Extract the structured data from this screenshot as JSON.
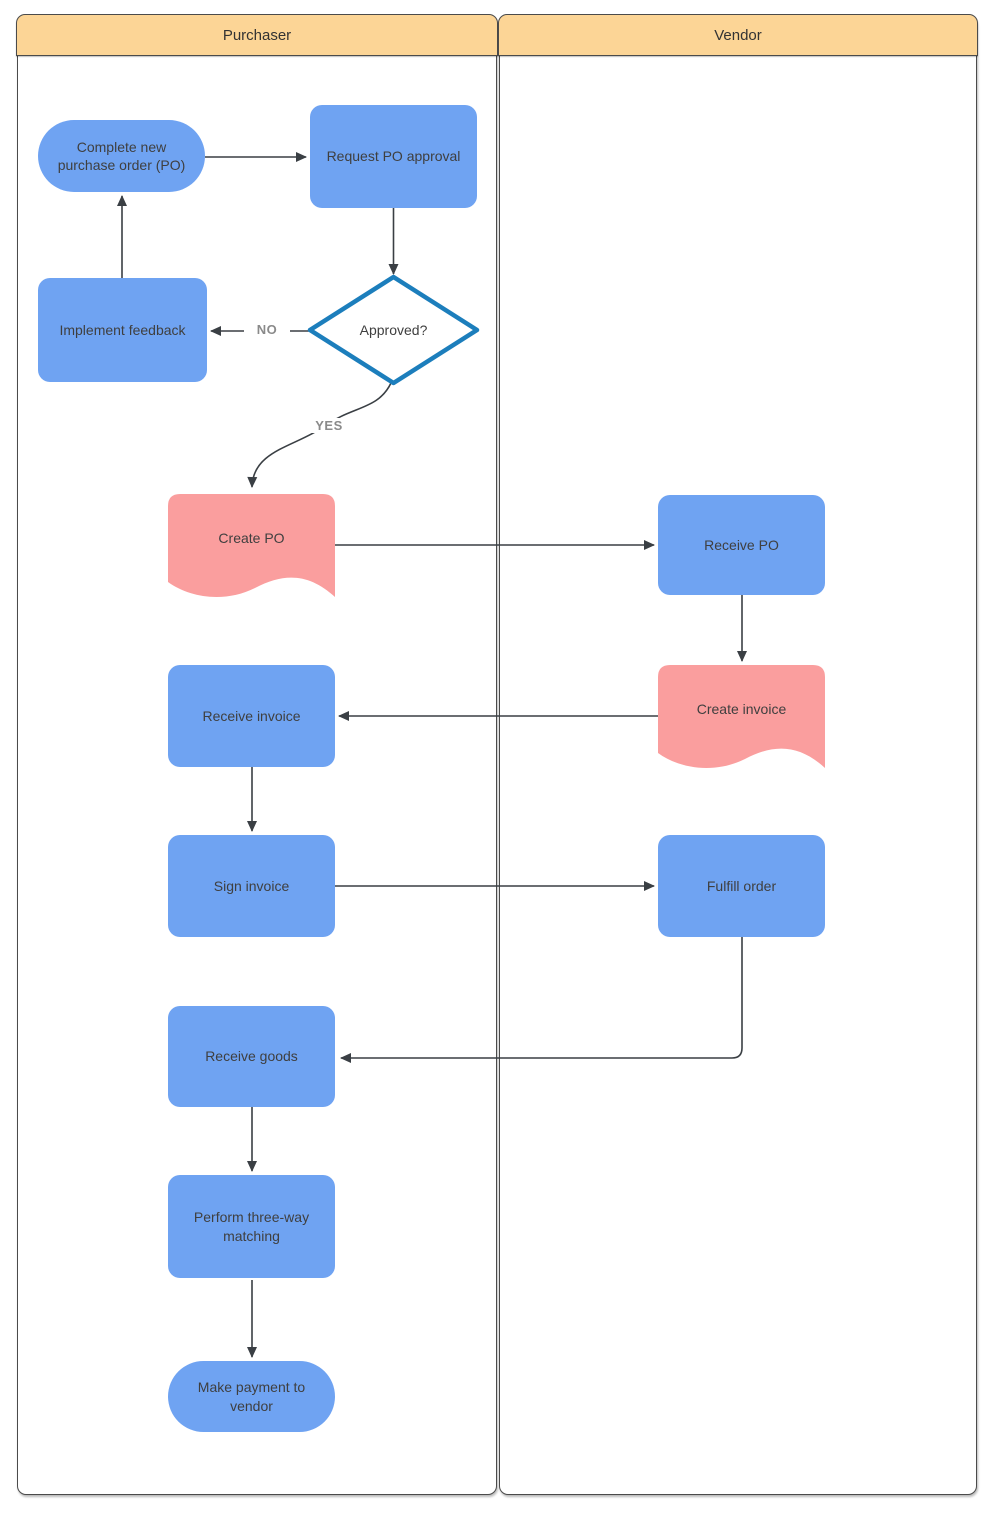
{
  "diagram": {
    "type": "swimlane-flowchart",
    "lanes": [
      {
        "title": "Purchaser"
      },
      {
        "title": "Vendor"
      }
    ],
    "nodes": {
      "complete_new_po": {
        "label": "Complete new purchase order (PO)",
        "shape": "terminator",
        "lane": "Purchaser"
      },
      "request_po_approval": {
        "label": "Request PO approval",
        "shape": "process",
        "lane": "Purchaser"
      },
      "approved": {
        "label": "Approved?",
        "shape": "decision",
        "lane": "Purchaser"
      },
      "implement_feedback": {
        "label": "Implement feedback",
        "shape": "process",
        "lane": "Purchaser"
      },
      "create_po": {
        "label": "Create PO",
        "shape": "document",
        "lane": "Purchaser"
      },
      "receive_po": {
        "label": "Receive PO",
        "shape": "process",
        "lane": "Vendor"
      },
      "receive_invoice": {
        "label": "Receive invoice",
        "shape": "process",
        "lane": "Purchaser"
      },
      "create_invoice": {
        "label": "Create invoice",
        "shape": "document",
        "lane": "Vendor"
      },
      "sign_invoice": {
        "label": "Sign invoice",
        "shape": "process",
        "lane": "Purchaser"
      },
      "fulfill_order": {
        "label": "Fulfill order",
        "shape": "process",
        "lane": "Vendor"
      },
      "receive_goods": {
        "label": "Receive goods",
        "shape": "process",
        "lane": "Purchaser"
      },
      "perform_matching": {
        "label": "Perform three-way matching",
        "shape": "process",
        "lane": "Purchaser"
      },
      "make_payment": {
        "label": "Make payment to vendor",
        "shape": "terminator",
        "lane": "Purchaser"
      }
    },
    "edge_labels": {
      "no": "NO",
      "yes": "YES"
    },
    "colors": {
      "process_fill": "#6fa3f2",
      "document_fill": "#fa9e9e",
      "lane_header_fill": "#fcd596",
      "lane_border": "#4b4b4b",
      "decision_stroke": "#1c7ebc",
      "decision_fill": "#ffffff",
      "connector": "#3a3f44",
      "node_text": "#3f3f3f",
      "edge_label_text": "#8a8a8a"
    }
  }
}
